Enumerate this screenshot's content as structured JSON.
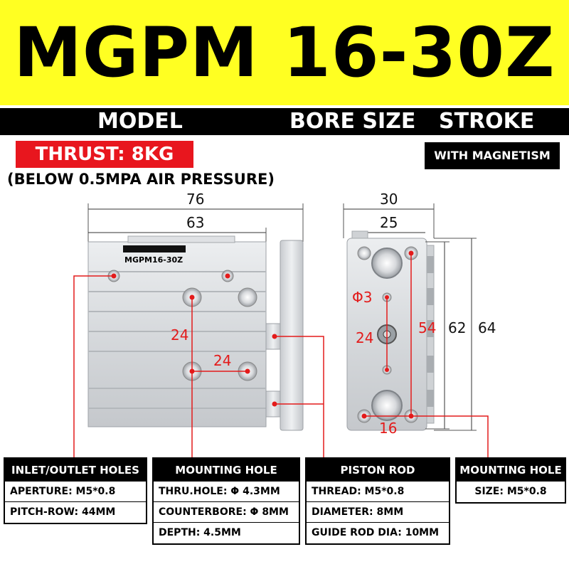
{
  "header": {
    "title": "MGPM 16-30Z"
  },
  "label_bar": {
    "model": "MODEL",
    "bore_size": "BORE SIZE",
    "stroke": "STROKE"
  },
  "badges": {
    "thrust": "THRUST: 8KG",
    "pressure_note": "(BELOW 0.5MPA AIR PRESSURE)",
    "magnetism": "WITH MAGNETISM"
  },
  "front_view": {
    "part_label": "MGPM16-30Z",
    "dims": {
      "overall_length": "76",
      "body_length": "63",
      "vertical_pitch": "24",
      "horizontal_pitch": "24"
    }
  },
  "side_view": {
    "dims": {
      "width": "30",
      "inner_width": "25",
      "hole_dia": "Φ3",
      "center_pitch": "24",
      "height_a": "54",
      "height_b": "62",
      "height_c": "64",
      "bottom_pitch": "16"
    }
  },
  "spec_boxes": [
    {
      "title": "INLET/OUTLET HOLES",
      "rows": [
        "APERTURE: M5*0.8",
        "PITCH-ROW: 44MM"
      ]
    },
    {
      "title": "MOUNTING HOLE",
      "rows": [
        "THRU.HOLE: Φ 4.3MM",
        "COUNTERBORE: Φ 8MM",
        "DEPTH: 4.5MM"
      ]
    },
    {
      "title": "PISTON ROD",
      "rows": [
        "THREAD: M5*0.8",
        "DIAMETER: 8MM",
        "GUIDE ROD DIA: 10MM"
      ]
    },
    {
      "title": "MOUNTING HOLE",
      "rows": [
        "SIZE: M5*0.8"
      ]
    }
  ],
  "colors": {
    "banner": "#ffff22",
    "accent_red": "#e8161e",
    "dimension_red": "#e31b1b",
    "aluminum": "#d9dbde"
  }
}
